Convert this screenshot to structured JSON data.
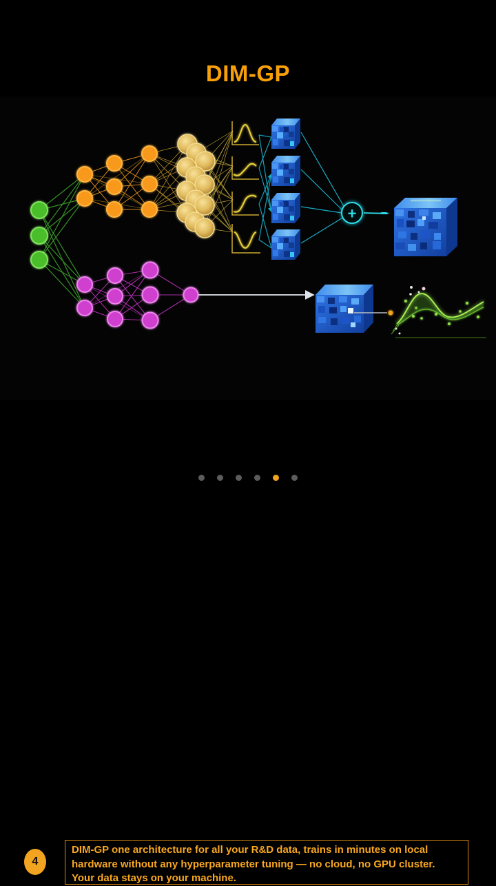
{
  "window": {
    "background": "#000000"
  },
  "title": "DIM-GP",
  "title_color": "#f8a009",
  "slide": {
    "number": "4",
    "caption_lines": [
      "DIM-GP one architecture for all your R&D data, trains in minutes on local",
      "hardware without any hyperparameter tuning — no cloud, no GPU cluster.",
      "Your data stays on your machine."
    ],
    "caption_color": "#f9a821",
    "box_border_color": "#e08a12",
    "badge_color": "#f2a31f"
  },
  "pagination": {
    "total": 6,
    "active_index": 4,
    "inactive_color": "#5c5c5c",
    "active_color": "#f2a31f"
  },
  "diagram": {
    "input_layer": {
      "node_count": 3,
      "color": "#49bd2c"
    },
    "main_network": {
      "layer_sizes": [
        2,
        3,
        3
      ],
      "color": "#f8991d"
    },
    "embedding_cluster": {
      "node_count": 12,
      "color": "#e3bc55"
    },
    "secondary_network": {
      "layer_sizes": [
        2,
        3,
        3,
        1
      ],
      "color": "#cf3fcf"
    },
    "basis_plots": {
      "count": 4,
      "curve_shapes": [
        "bump",
        "wave",
        "sigmoid",
        "valley"
      ],
      "axis_color": "#c9a92e",
      "curve_color": "#ecd23a"
    },
    "covariance_cubes": {
      "count": 4,
      "color": "#2a6fe0"
    },
    "sum_symbol": "+",
    "connector_color": "#2bdce8",
    "output_plot": {
      "curve_color": "#a6ef52"
    }
  }
}
